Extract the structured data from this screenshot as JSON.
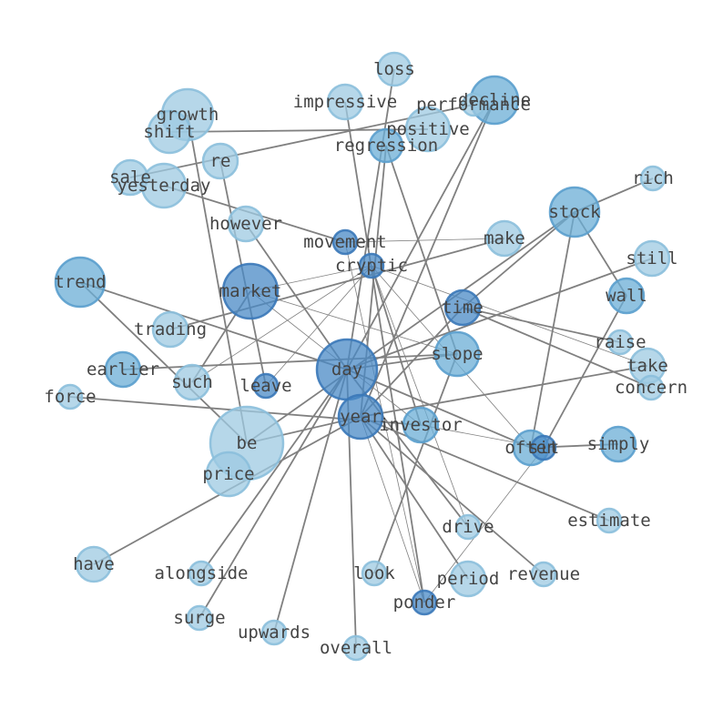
{
  "colors": {
    "background": "#ffffff",
    "edge": "#808080",
    "label": "#444444",
    "node_light": "#9ecae1",
    "node_mid": "#6baed6",
    "node_dark": "#4a89c6"
  },
  "graph": {
    "nodes": [
      {
        "id": "loss",
        "label": "loss",
        "shade": "light"
      },
      {
        "id": "impressive",
        "label": "impressive",
        "shade": "light"
      },
      {
        "id": "decline",
        "label": "decline",
        "shade": "mid"
      },
      {
        "id": "performance",
        "label": "performance",
        "shade": "light"
      },
      {
        "id": "growth",
        "label": "growth",
        "shade": "light"
      },
      {
        "id": "positive",
        "label": "positive",
        "shade": "light"
      },
      {
        "id": "shift",
        "label": "shift",
        "shade": "light"
      },
      {
        "id": "regression",
        "label": "regression",
        "shade": "mid"
      },
      {
        "id": "re",
        "label": "re",
        "shade": "light"
      },
      {
        "id": "sale",
        "label": "sale",
        "shade": "light"
      },
      {
        "id": "yesterday",
        "label": "yesterday",
        "shade": "light"
      },
      {
        "id": "rich",
        "label": "rich",
        "shade": "light"
      },
      {
        "id": "stock",
        "label": "stock",
        "shade": "mid"
      },
      {
        "id": "however",
        "label": "however",
        "shade": "light"
      },
      {
        "id": "movement",
        "label": "movement",
        "shade": "dark"
      },
      {
        "id": "make",
        "label": "make",
        "shade": "light"
      },
      {
        "id": "still",
        "label": "still",
        "shade": "light"
      },
      {
        "id": "cryptic",
        "label": "cryptic",
        "shade": "dark"
      },
      {
        "id": "trend",
        "label": "trend",
        "shade": "mid"
      },
      {
        "id": "market",
        "label": "market",
        "shade": "dark"
      },
      {
        "id": "wall",
        "label": "wall",
        "shade": "mid"
      },
      {
        "id": "time",
        "label": "time",
        "shade": "dark"
      },
      {
        "id": "trading",
        "label": "trading",
        "shade": "light"
      },
      {
        "id": "raise",
        "label": "raise",
        "shade": "light"
      },
      {
        "id": "slope",
        "label": "slope",
        "shade": "mid"
      },
      {
        "id": "earlier",
        "label": "earlier",
        "shade": "mid"
      },
      {
        "id": "day",
        "label": "day",
        "shade": "dark"
      },
      {
        "id": "take",
        "label": "take",
        "shade": "light"
      },
      {
        "id": "such",
        "label": "such",
        "shade": "light"
      },
      {
        "id": "leave",
        "label": "leave",
        "shade": "dark"
      },
      {
        "id": "concern",
        "label": "concern",
        "shade": "light"
      },
      {
        "id": "force",
        "label": "force",
        "shade": "light"
      },
      {
        "id": "year",
        "label": "year",
        "shade": "dark"
      },
      {
        "id": "investor",
        "label": "investor",
        "shade": "mid"
      },
      {
        "id": "simply",
        "label": "simply",
        "shade": "mid"
      },
      {
        "id": "be",
        "label": "be",
        "shade": "light"
      },
      {
        "id": "often",
        "label": "often",
        "shade": "mid"
      },
      {
        "id": "sit",
        "label": "sit",
        "shade": "dark"
      },
      {
        "id": "price",
        "label": "price",
        "shade": "light"
      },
      {
        "id": "estimate",
        "label": "estimate",
        "shade": "light"
      },
      {
        "id": "drive",
        "label": "drive",
        "shade": "light"
      },
      {
        "id": "have",
        "label": "have",
        "shade": "light"
      },
      {
        "id": "alongside",
        "label": "alongside",
        "shade": "light"
      },
      {
        "id": "look",
        "label": "look",
        "shade": "light"
      },
      {
        "id": "period",
        "label": "period",
        "shade": "light"
      },
      {
        "id": "revenue",
        "label": "revenue",
        "shade": "light"
      },
      {
        "id": "ponder",
        "label": "ponder",
        "shade": "dark"
      },
      {
        "id": "surge",
        "label": "surge",
        "shade": "light"
      },
      {
        "id": "upwards",
        "label": "upwards",
        "shade": "light"
      },
      {
        "id": "overall",
        "label": "overall",
        "shade": "light"
      }
    ],
    "edges": [
      [
        "loss",
        "day",
        "thick"
      ],
      [
        "growth",
        "be",
        "thick"
      ],
      [
        "shift",
        "positive",
        "thick"
      ],
      [
        "sale",
        "performance",
        "thick"
      ],
      [
        "re",
        "leave",
        "thick"
      ],
      [
        "decline",
        "year",
        "thick"
      ],
      [
        "decline",
        "day",
        "thick"
      ],
      [
        "regression",
        "year",
        "thick"
      ],
      [
        "regression",
        "slope",
        "thick"
      ],
      [
        "yesterday",
        "movement",
        "thick"
      ],
      [
        "however",
        "day",
        "thick"
      ],
      [
        "impressive",
        "ponder",
        "thick"
      ],
      [
        "trend",
        "day",
        "thick"
      ],
      [
        "trend",
        "be",
        "thick"
      ],
      [
        "stock",
        "rich",
        "thick"
      ],
      [
        "stock",
        "time",
        "thick"
      ],
      [
        "stock",
        "wall",
        "thick"
      ],
      [
        "stock",
        "often",
        "thick"
      ],
      [
        "stock",
        "be",
        "thick"
      ],
      [
        "make",
        "trading",
        "thick"
      ],
      [
        "still",
        "day",
        "thick"
      ],
      [
        "wall",
        "sit",
        "thick"
      ],
      [
        "time",
        "raise",
        "thick"
      ],
      [
        "time",
        "concern",
        "thick"
      ],
      [
        "time",
        "year",
        "thick"
      ],
      [
        "slope",
        "day",
        "thick"
      ],
      [
        "slope",
        "look",
        "thick"
      ],
      [
        "earlier",
        "slope",
        "thick"
      ],
      [
        "force",
        "investor",
        "thick"
      ],
      [
        "take",
        "year",
        "thick"
      ],
      [
        "year",
        "period",
        "thick"
      ],
      [
        "year",
        "revenue",
        "thick"
      ],
      [
        "year",
        "estimate",
        "thick"
      ],
      [
        "year",
        "have",
        "thick"
      ],
      [
        "year",
        "be",
        "thick"
      ],
      [
        "day",
        "drive",
        "thick"
      ],
      [
        "day",
        "overall",
        "thick"
      ],
      [
        "day",
        "alongside",
        "thick"
      ],
      [
        "day",
        "upwards",
        "thick"
      ],
      [
        "day",
        "surge",
        "thick"
      ],
      [
        "day",
        "often",
        "thick"
      ],
      [
        "simply",
        "often",
        "thick"
      ],
      [
        "such",
        "market",
        "thick"
      ],
      [
        "cryptic",
        "investor",
        "thick"
      ],
      [
        "movement",
        "make",
        "thin"
      ],
      [
        "movement",
        "ponder",
        "thin"
      ],
      [
        "cryptic",
        "leave",
        "thin"
      ],
      [
        "cryptic",
        "such",
        "thin"
      ],
      [
        "cryptic",
        "drive",
        "thin"
      ],
      [
        "cryptic",
        "often",
        "thin"
      ],
      [
        "cryptic",
        "take",
        "thin"
      ],
      [
        "cryptic",
        "market",
        "thin"
      ],
      [
        "market",
        "investor",
        "thin"
      ],
      [
        "market",
        "slope",
        "thin"
      ],
      [
        "investor",
        "sit",
        "thin"
      ],
      [
        "ponder",
        "sit",
        "thin"
      ],
      [
        "year",
        "ponder",
        "thin"
      ]
    ]
  }
}
